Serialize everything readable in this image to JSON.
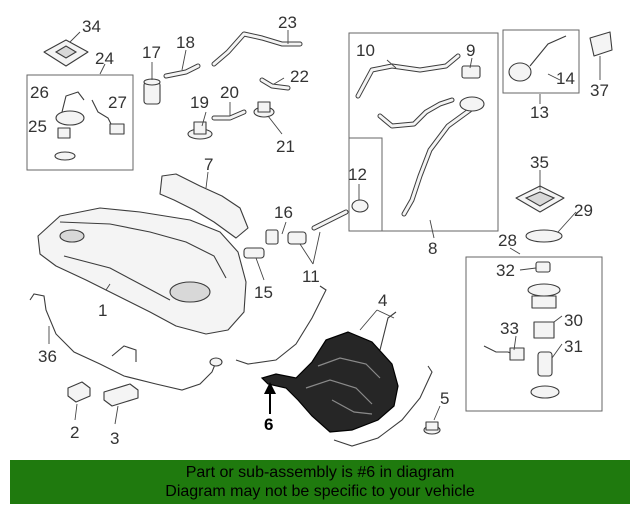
{
  "callouts": {
    "c1": "1",
    "c2": "2",
    "c3": "3",
    "c4": "4",
    "c5": "5",
    "c6": "6",
    "c7": "7",
    "c8": "8",
    "c9": "9",
    "c10": "10",
    "c11": "11",
    "c12": "12",
    "c13": "13",
    "c14": "14",
    "c15": "15",
    "c16": "16",
    "c17": "17",
    "c18": "18",
    "c19": "19",
    "c20": "20",
    "c21": "21",
    "c22": "22",
    "c23": "23",
    "c24": "24",
    "c25": "25",
    "c26": "26",
    "c27": "27",
    "c28": "28",
    "c29": "29",
    "c30": "30",
    "c31": "31",
    "c32": "32",
    "c33": "33",
    "c34": "34",
    "c35": "35",
    "c36": "36",
    "c37": "37"
  },
  "highlighted_part": "6",
  "colors": {
    "banner_bg": "#1f7a0e",
    "highlight": "#262626"
  },
  "banner": {
    "line1": "Part or sub-assembly is #6 in diagram",
    "line2": "Diagram may not be specific to your vehicle"
  }
}
